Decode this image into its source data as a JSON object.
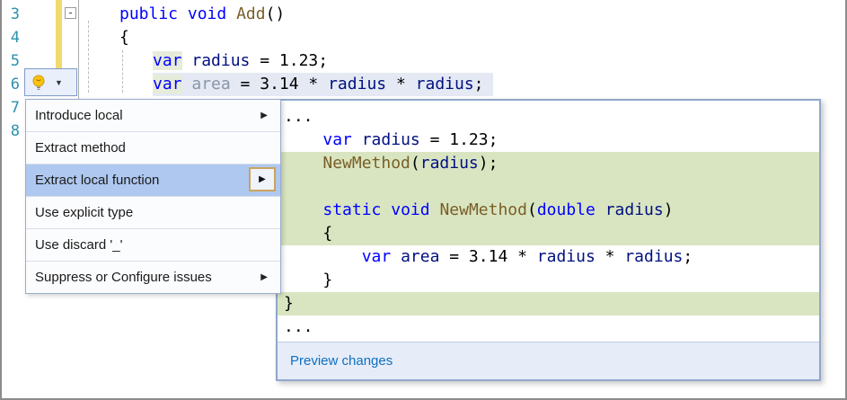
{
  "editor": {
    "line_numbers": [
      "3",
      "4",
      "5",
      "6",
      "7",
      "8"
    ],
    "fold_glyph": "-",
    "code_lines": [
      {
        "tokens": [
          {
            "t": "public",
            "c": "kw"
          },
          {
            "t": " ",
            "c": "pl"
          },
          {
            "t": "void",
            "c": "kw"
          },
          {
            "t": " ",
            "c": "pl"
          },
          {
            "t": "Add",
            "c": "me"
          },
          {
            "t": "()",
            "c": "pl"
          }
        ]
      },
      {
        "tokens": [
          {
            "t": "{",
            "c": "pl"
          }
        ]
      },
      {
        "tokens": [
          {
            "t": "var",
            "c": "kwh"
          },
          {
            "t": " ",
            "c": "pl"
          },
          {
            "t": "radius",
            "c": "id"
          },
          {
            "t": " = 1.23;",
            "c": "pl"
          }
        ]
      },
      {
        "tokens": [
          {
            "t": "var",
            "c": "kwh"
          },
          {
            "t": " ",
            "c": "pl"
          },
          {
            "t": "area",
            "c": "fd"
          },
          {
            "t": " = 3.14 * ",
            "c": "pl"
          },
          {
            "t": "radius",
            "c": "id"
          },
          {
            "t": " * ",
            "c": "pl"
          },
          {
            "t": "radius",
            "c": "id"
          },
          {
            "t": ";",
            "c": "pl"
          }
        ]
      }
    ]
  },
  "icons": {
    "submenu_arrow": "▶",
    "dropdown_caret": "▼",
    "lightbulb": "lightbulb"
  },
  "menu": {
    "items": [
      {
        "label": "Introduce local",
        "has_submenu": true
      },
      {
        "label": "Extract method",
        "has_submenu": false
      },
      {
        "label": "Extract local function",
        "has_submenu": true,
        "highlighted": true
      },
      {
        "label": "Use explicit type",
        "has_submenu": false
      },
      {
        "label": "Use discard '_'",
        "has_submenu": false
      },
      {
        "label": "Suppress or Configure issues",
        "has_submenu": true
      }
    ]
  },
  "popup": {
    "lines": [
      {
        "added": false,
        "tokens": [
          {
            "t": "...",
            "c": "pl"
          }
        ]
      },
      {
        "added": false,
        "tokens": [
          {
            "t": "    ",
            "c": "pl"
          },
          {
            "t": "var",
            "c": "kw"
          },
          {
            "t": " ",
            "c": "pl"
          },
          {
            "t": "radius",
            "c": "id"
          },
          {
            "t": " = 1.23;",
            "c": "pl"
          }
        ]
      },
      {
        "added": true,
        "tokens": [
          {
            "t": "    ",
            "c": "pl"
          },
          {
            "t": "NewMethod",
            "c": "me"
          },
          {
            "t": "(",
            "c": "pl"
          },
          {
            "t": "radius",
            "c": "id"
          },
          {
            "t": ");",
            "c": "pl"
          }
        ]
      },
      {
        "added": true,
        "tokens": []
      },
      {
        "added": true,
        "tokens": [
          {
            "t": "    ",
            "c": "pl"
          },
          {
            "t": "static",
            "c": "kw"
          },
          {
            "t": " ",
            "c": "pl"
          },
          {
            "t": "void",
            "c": "kw"
          },
          {
            "t": " ",
            "c": "pl"
          },
          {
            "t": "NewMethod",
            "c": "me"
          },
          {
            "t": "(",
            "c": "pl"
          },
          {
            "t": "double",
            "c": "kw"
          },
          {
            "t": " ",
            "c": "pl"
          },
          {
            "t": "radius",
            "c": "id"
          },
          {
            "t": ")",
            "c": "pl"
          }
        ]
      },
      {
        "added": true,
        "tokens": [
          {
            "t": "    {",
            "c": "pl"
          }
        ]
      },
      {
        "added": false,
        "tokens": [
          {
            "t": "        ",
            "c": "pl"
          },
          {
            "t": "var",
            "c": "kw"
          },
          {
            "t": " ",
            "c": "pl"
          },
          {
            "t": "area",
            "c": "id"
          },
          {
            "t": " = 3.14 * ",
            "c": "pl"
          },
          {
            "t": "radius",
            "c": "id"
          },
          {
            "t": " * ",
            "c": "pl"
          },
          {
            "t": "radius",
            "c": "id"
          },
          {
            "t": ";",
            "c": "pl"
          }
        ]
      },
      {
        "added": false,
        "tokens": [
          {
            "t": "    }",
            "c": "pl"
          }
        ]
      },
      {
        "added": true,
        "tokens": [
          {
            "t": "}",
            "c": "pl"
          }
        ]
      },
      {
        "added": false,
        "tokens": [
          {
            "t": "...",
            "c": "pl"
          }
        ]
      }
    ],
    "footer_label": "Preview changes"
  },
  "colors": {
    "keyword": "#0000ff",
    "identifier": "#001080",
    "method_name": "#795e26",
    "faded_unused": "#8a95ab",
    "line_number": "#2b91af",
    "added_line_bg": "#d9e5c1",
    "var_highlight_bg": "#e6ecd9",
    "selection_bg": "#e4e9f4",
    "menu_highlight": "#afc8f0",
    "arrow_button_border": "#c9a45c",
    "link": "#0e70c1",
    "change_bar": "#f2da6f",
    "lightbulb_yellow": "#ffc20e"
  }
}
